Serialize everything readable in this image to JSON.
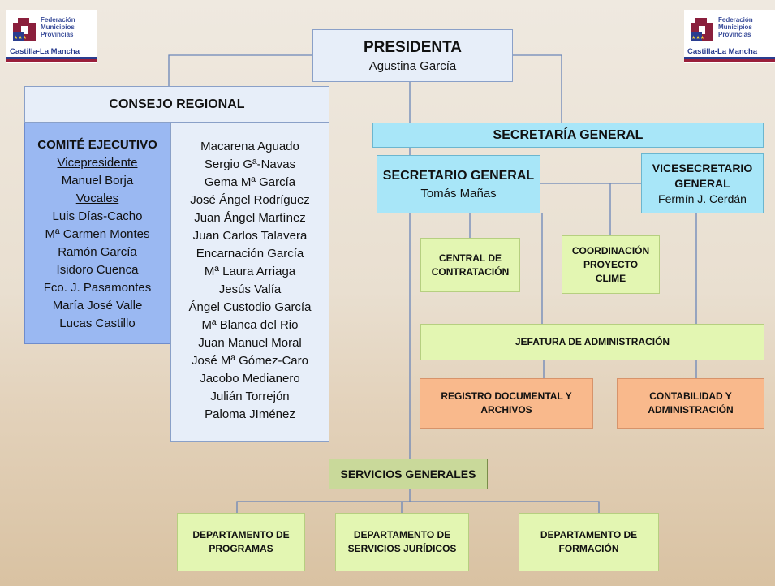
{
  "logo": {
    "line1": "Federación",
    "line2": "Municipios",
    "line3": "Provincias",
    "region": "Castilla-La Mancha"
  },
  "presidenta": {
    "title": "PRESIDENTA",
    "name": "Agustina García"
  },
  "consejo": {
    "title": "CONSEJO REGIONAL",
    "comite_title": "COMITÉ EJECUTIVO",
    "vicepresidente_label": "Vicepresidente",
    "vicepresidente": "Manuel Borja",
    "vocales_label": "Vocales",
    "vocales": [
      "Luis Días-Cacho",
      "Mª Carmen Montes",
      "Ramón García",
      "Isidoro Cuenca",
      "Fco. J. Pasamontes",
      "María José Valle",
      "Lucas Castillo"
    ],
    "miembros": [
      "Macarena Aguado",
      "Sergio Gª-Navas",
      "Gema Mª García",
      "José Ángel Rodríguez",
      "Juan Ángel Martínez",
      "Juan Carlos Talavera",
      "Encarnación García",
      "Mª Laura Arriaga",
      "Jesús Valía",
      "Ángel Custodio García",
      "Mª Blanca del Rio",
      "Juan Manuel Moral",
      "José Mª Gómez-Caro",
      "Jacobo Medianero",
      "Julián Torrejón",
      "Paloma JIménez"
    ]
  },
  "secretaria_general": {
    "title": "SECRETARÍA GENERAL"
  },
  "secretario": {
    "title": "SECRETARIO GENERAL",
    "name": "Tomás Mañas"
  },
  "vicesecretario": {
    "title_line1": "VICESECRETARIO",
    "title_line2": "GENERAL",
    "name": "Fermín J. Cerdán"
  },
  "central": {
    "line1": "CENTRAL DE",
    "line2": "CONTRATACIÓN"
  },
  "coordinacion": {
    "line1": "COORDINACIÓN",
    "line2": "PROYECTO",
    "line3": "CLIME"
  },
  "jefatura": {
    "title": "JEFATURA DE ADMINISTRACIÓN"
  },
  "registro": {
    "line1": "REGISTRO DOCUMENTAL Y",
    "line2": "ARCHIVOS"
  },
  "contabilidad": {
    "line1": "CONTABILIDAD Y",
    "line2": "ADMINISTRACIÓN"
  },
  "servicios": {
    "title": "SERVICIOS GENERALES"
  },
  "departamentos": [
    {
      "line1": "DEPARTAMENTO DE",
      "line2": "PROGRAMAS"
    },
    {
      "line1": "DEPARTAMENTO DE",
      "line2": "SERVICIOS JURÍDICOS"
    },
    {
      "line1": "DEPARTAMENTO DE",
      "line2": "FORMACIÓN"
    }
  ],
  "colors": {
    "box_blue": "#e7eef9",
    "comite_blue": "#9ab8f2",
    "secretaria_cyan": "#a8e6f8",
    "light_green": "#e3f6b2",
    "orange": "#f9b98c",
    "olive": "#c9d99a",
    "line": "#6b86b8"
  }
}
